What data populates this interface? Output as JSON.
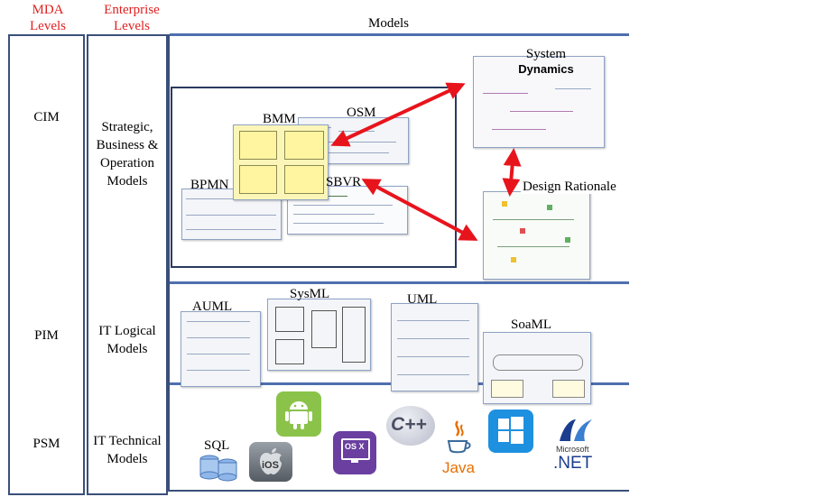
{
  "headers": {
    "mda": [
      "MDA",
      "Levels"
    ],
    "enterprise": [
      "Enterprise",
      "Levels"
    ],
    "models": "Models"
  },
  "mda_levels": [
    "CIM",
    "PIM",
    "PSM"
  ],
  "enterprise_levels": {
    "cim": [
      "Strategic,",
      "Business &",
      "Operation",
      "Models"
    ],
    "pim": [
      "IT Logical",
      "Models"
    ],
    "psm": [
      "IT Technical",
      "Models"
    ]
  },
  "cim_models": {
    "bmm": "BMM",
    "osm": "OSM",
    "bpmn": "BPMN",
    "sbvr": "SBVR",
    "system_dynamics": [
      "System",
      "Dynamics"
    ],
    "design_rationale": "Design Rationale"
  },
  "pim_models": {
    "auml": "AUML",
    "sysml": "SysML",
    "uml": "UML",
    "soaml": "SoaML"
  },
  "psm_platforms": {
    "sql": "SQL",
    "ios": "iOS",
    "osx": "OS X",
    "cpp": "C++",
    "java": "Java",
    "microsoft": "Microsoft",
    "dotnet": ".NET"
  },
  "colors": {
    "header_red": "#e02020",
    "frame_blue": "#3a4f7a",
    "divider_blue": "#4f6fae",
    "arrow_red": "#e8141c",
    "android_green": "#8bc34a",
    "osx_purple": "#6a3fa0",
    "windows_blue": "#1e90e0",
    "dotnet_navy": "#1a3d8f"
  }
}
